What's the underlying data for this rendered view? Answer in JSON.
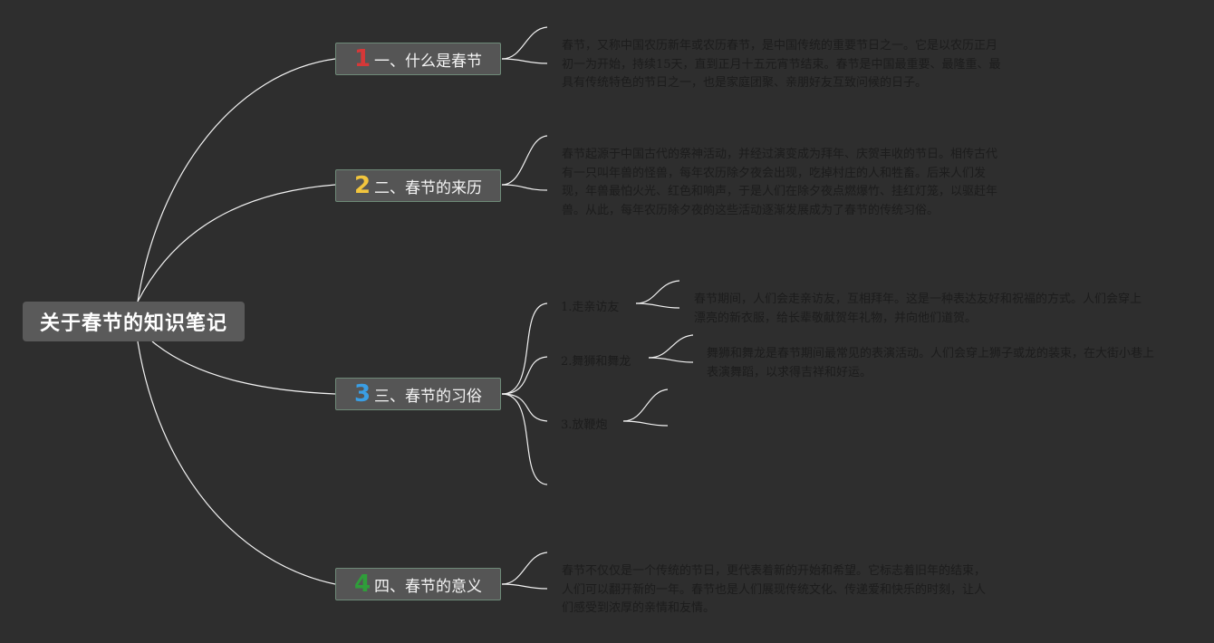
{
  "root": {
    "title": "关于春节的知识笔记"
  },
  "colors": {
    "background": "#2e2e2e",
    "branch": "#f2f2f2",
    "num1": "#d63838",
    "num2": "#f2c53d",
    "num3": "#3a9ee4",
    "num4": "#2f9e3a"
  },
  "topics": [
    {
      "num": "1",
      "label": "一、什么是春节",
      "note": "春节，又称中国农历新年或农历春节，是中国传统的重要节日之一。它是以农历正月初一为开始，持续15天，直到正月十五元宵节结束。春节是中国最重要、最隆重、最具有传统特色的节日之一，也是家庭团聚、亲朋好友互致问候的日子。"
    },
    {
      "num": "2",
      "label": "二、春节的来历",
      "note": "春节起源于中国古代的祭神活动，并经过演变成为拜年、庆贺丰收的节日。相传古代有一只叫年兽的怪兽，每年农历除夕夜会出现，吃掉村庄的人和牲畜。后来人们发现，年兽最怕火光、红色和响声，于是人们在除夕夜点燃爆竹、挂红灯笼，以驱赶年兽。从此，每年农历除夕夜的这些活动逐渐发展成为了春节的传统习俗。"
    },
    {
      "num": "3",
      "label": "三、春节的习俗",
      "subs": [
        {
          "label": "1.走亲访友",
          "note": "春节期间，人们会走亲访友，互相拜年。这是一种表达友好和祝福的方式。人们会穿上漂亮的新衣服，给长辈敬献贺年礼物，并向他们道贺。"
        },
        {
          "label": "2.舞狮和舞龙",
          "note": "舞狮和舞龙是春节期间最常见的表演活动。人们会穿上狮子或龙的装束，在大街小巷上表演舞蹈，以求得吉祥和好运。"
        },
        {
          "label": "3.放鞭炮",
          "note": ""
        }
      ]
    },
    {
      "num": "4",
      "label": "四、春节的意义",
      "note": "春节不仅仅是一个传统的节日，更代表着新的开始和希望。它标志着旧年的结束，人们可以翻开新的一年。春节也是人们展现传统文化、传递爱和快乐的时刻，让人们感受到浓厚的亲情和友情。"
    }
  ]
}
